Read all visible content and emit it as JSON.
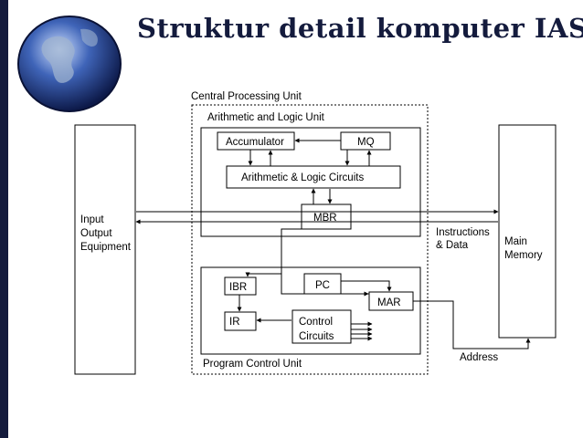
{
  "slide": {
    "title": "Struktur detail komputer IAS"
  },
  "diagram": {
    "cpu_label": "Central Processing Unit",
    "alu_label": "Arithmetic and Logic Unit",
    "accumulator": "Accumulator",
    "mq": "MQ",
    "alc": "Arithmetic & Logic Circuits",
    "mbr": "MBR",
    "io_lines": [
      "Input",
      "Output",
      "Equipment"
    ],
    "instructions_lines": [
      "Instructions",
      "& Data"
    ],
    "memory_lines": [
      "Main",
      "Memory"
    ],
    "ibr": "IBR",
    "pc": "PC",
    "mar": "MAR",
    "ir": "IR",
    "control_lines": [
      "Control",
      "Circuits"
    ],
    "pcu_label": "Program Control Unit",
    "address_label": "Address"
  }
}
